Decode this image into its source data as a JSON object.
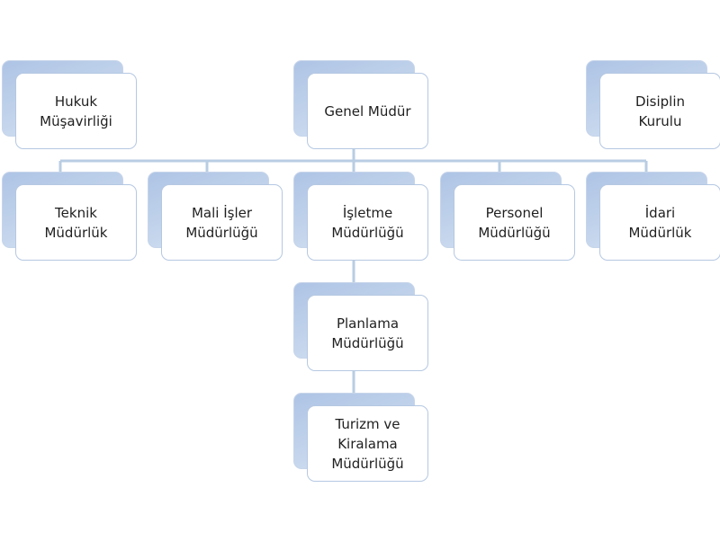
{
  "nodes": {
    "hukuk": "Hukuk\nMüşavirliği",
    "genel_mudur": "Genel Müdür",
    "disiplin": "Disiplin\nKurulu",
    "teknik": "Teknik\nMüdürlük",
    "mali": "Mali İşler\nMüdürlüğü",
    "isletme": "İşletme\nMüdürlüğü",
    "personel": "Personel\nMüdürlüğü",
    "idari": "İdari\nMüdürlük",
    "planlama": "Planlama\nMüdürlüğü",
    "turizm": "Turizm ve\nKiralama\nMüdürlüğü"
  },
  "colors": {
    "connector": "#b9cde3",
    "shadow": "#aec4e5",
    "card_border": "#b5c8e2"
  }
}
